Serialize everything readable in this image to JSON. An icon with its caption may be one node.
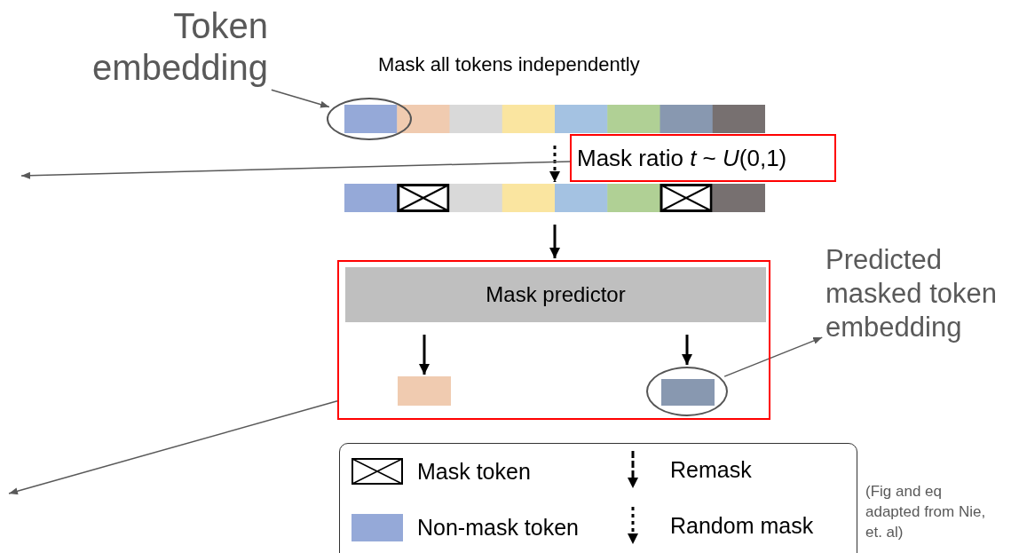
{
  "diagram": {
    "nodes": [
      {
        "text": [
          "Token embedding"
        ]
      },
      {
        "text": [],
        "shape": "ellipse"
      },
      {
        "text": [],
        "shape": "bar"
      },
      {
        "text": [
          "Mask ratio *t* ~ *U*(0,1)"
        ]
      },
      {
        "text": [],
        "shape": "bar"
      },
      {
        "text": [],
        "shape": "box"
      },
      {
        "text": [
          "Mask predictor"
        ],
        "in": 5
      },
      {
        "text": [],
        "shape": "box",
        "in": 5
      },
      {
        "text": [],
        "shape": "ellipse",
        "in": 5
      },
      {
        "text": [],
        "shape": "box",
        "in": 8
      },
      {
        "text": [
          "Predicted masked token embedding"
        ]
      }
    ],
    "edges": [
      {
        "from": 0,
        "to": 1,
        "arrow": "to",
        "color": "#595959"
      },
      {
        "from": 2,
        "to": 4,
        "arrow": "to",
        "style": "dashed"
      },
      {
        "from": 3,
        "to": null,
        "arrow": "to",
        "color": "#595959"
      },
      {
        "from": 4,
        "to": 5,
        "arrow": "to"
      },
      {
        "from": 5,
        "to": null,
        "arrow": "to",
        "color": "#595959"
      },
      {
        "from": 6,
        "to": 7,
        "arrow": "to"
      },
      {
        "from": 6,
        "to": 8,
        "arrow": "to"
      },
      {
        "from": 8,
        "to": 10,
        "arrow": "to",
        "color": "#595959"
      }
    ],
    "labels": [
      "Mask all tokens independently",
      "(Fig and eq adapted from Nie, et. al)"
    ],
    "legend": [
      {
        "text": "Mask token"
      },
      {
        "text": "Non-mask token",
        "color": "#95a9d8"
      },
      {
        "text": "Remask"
      },
      {
        "text": "Random mask"
      }
    ]
  }
}
